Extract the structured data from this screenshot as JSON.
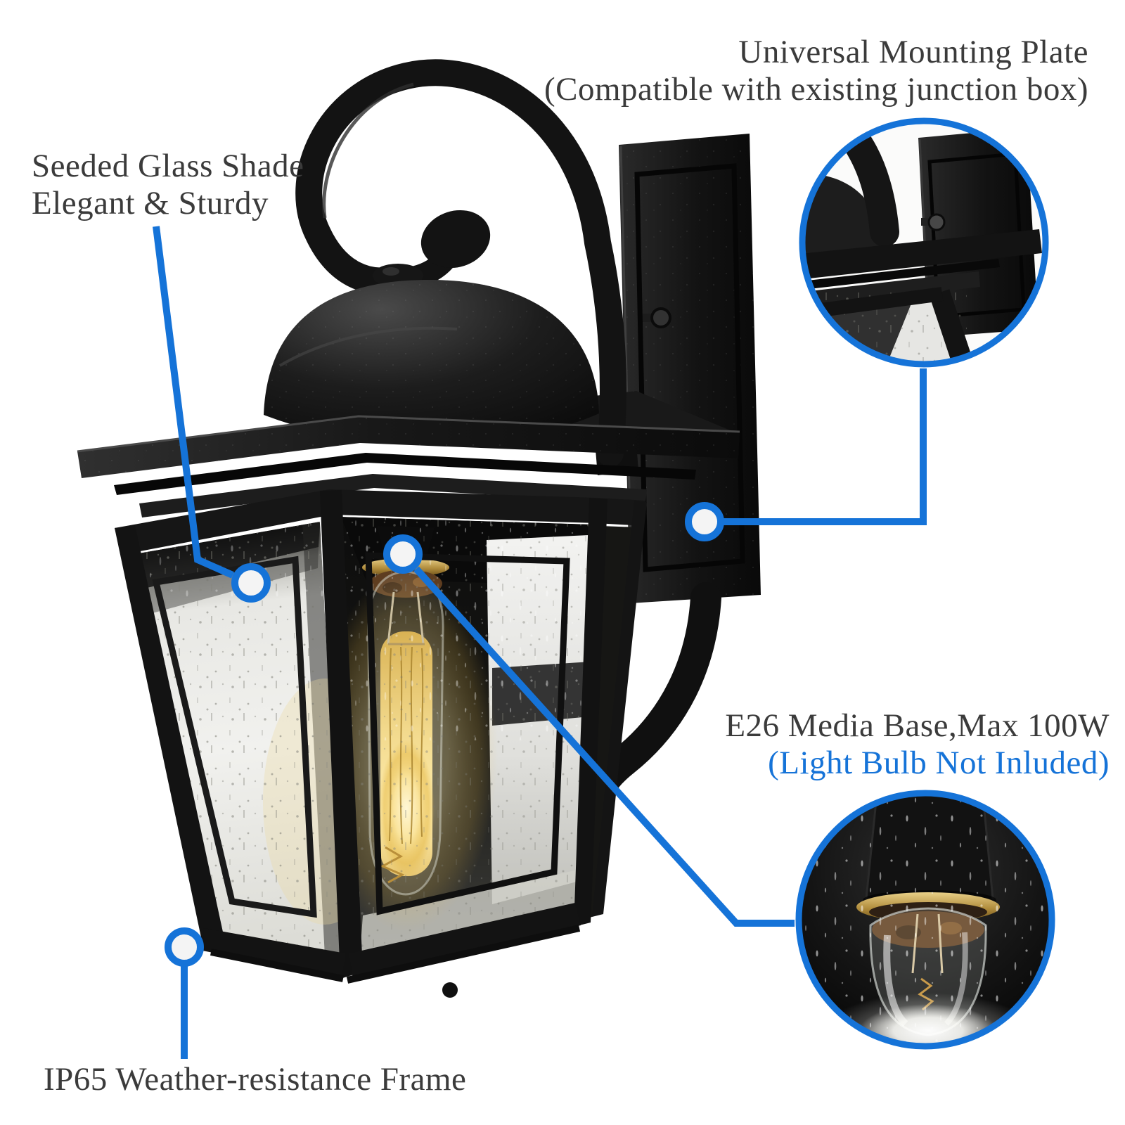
{
  "annotations": {
    "mounting_plate": {
      "line1": "Universal Mounting Plate",
      "line2": "(Compatible with existing junction box)"
    },
    "glass_shade": {
      "line1": "Seeded Glass Shade",
      "line2": "Elegant & Sturdy"
    },
    "bulb_base": {
      "line1": "E26 Media Base,Max 100W",
      "line2": "(Light Bulb Not Inluded)"
    },
    "frame": {
      "line1": "IP65 Weather-resistance Frame"
    }
  },
  "colors": {
    "accent_blue": "#1573d8",
    "text_dark": "#3b3b3b",
    "lamp_black": "#141414",
    "glass_light": "#ececea",
    "bulb_glow": "#f6dd93",
    "brass": "#c9a85c",
    "background": "#ffffff"
  },
  "icons": [
    {
      "name": "callout-marker",
      "meaning": "point of interest ring"
    },
    {
      "name": "magnifier-circle",
      "meaning": "zoomed detail view"
    }
  ]
}
